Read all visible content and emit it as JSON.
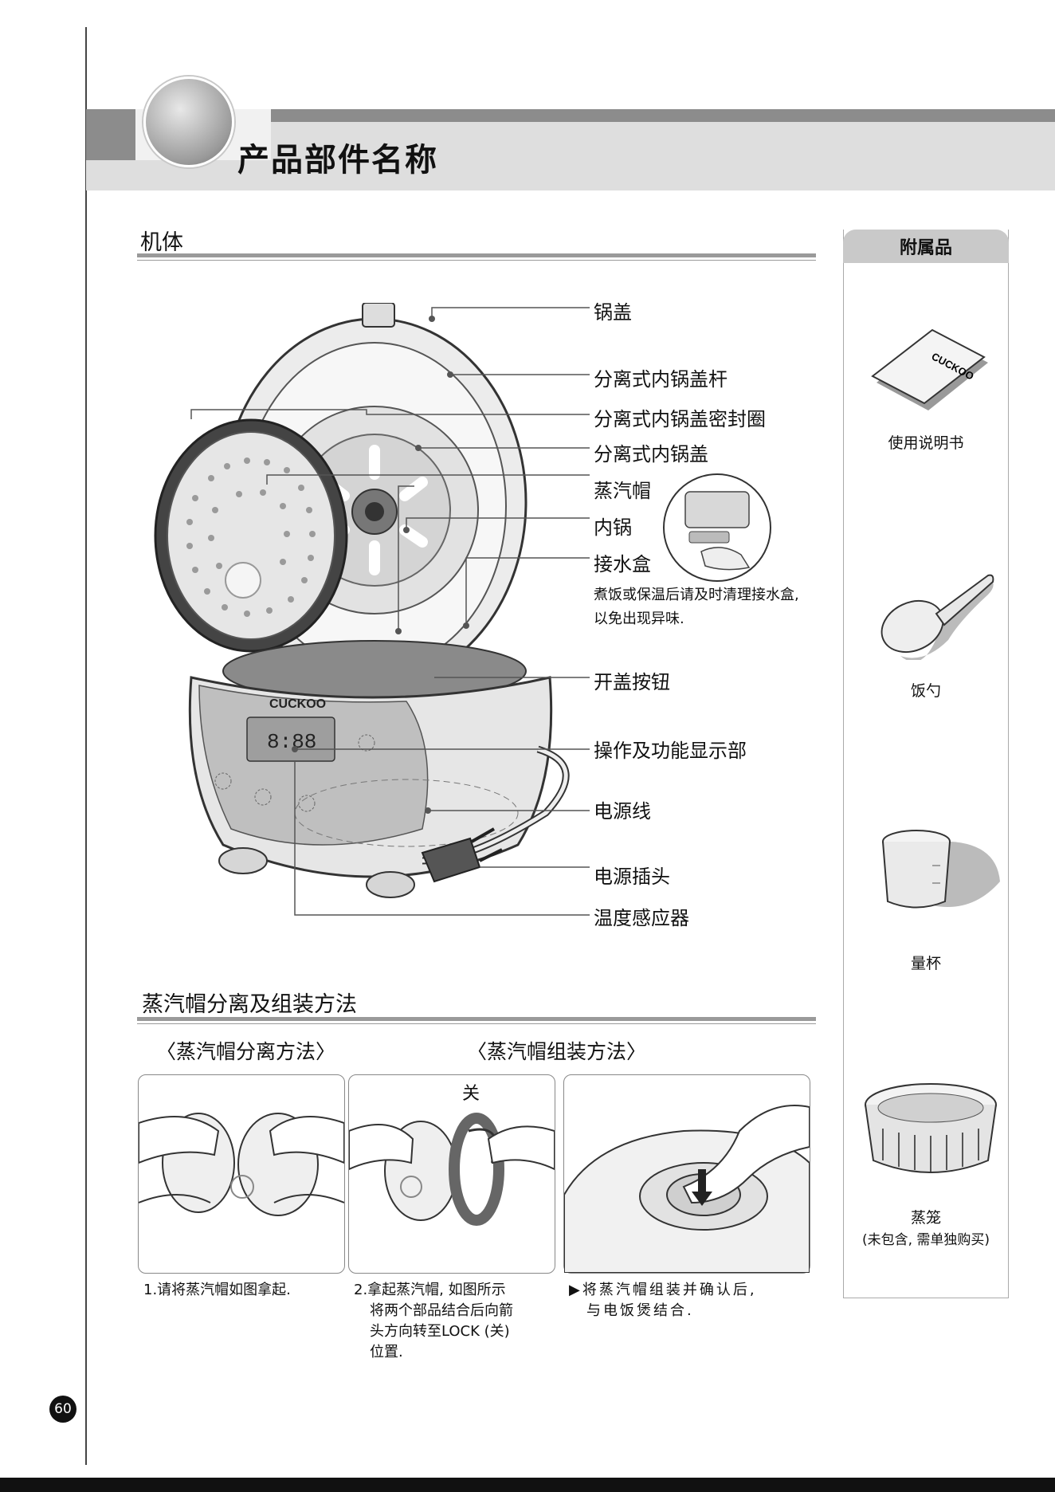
{
  "header": {
    "title": "产品部件名称"
  },
  "body_section": {
    "title": "机体",
    "parts": [
      "锅盖",
      "分离式内锅盖杆",
      "分离式内锅盖密封圈",
      "分离式内锅盖",
      "蒸汽帽",
      "内锅",
      "接水盒",
      "开盖按钮",
      "操作及功能显示部",
      "电源线",
      "电源插头",
      "温度感应器"
    ],
    "note_line1": "煮饭或保温后请及时清理接水盒,",
    "note_line2": "以免出现异味.",
    "brand": "CUCKOO"
  },
  "accessories": {
    "title": "附属品",
    "items": [
      {
        "label": "使用说明书"
      },
      {
        "label": "饭勺"
      },
      {
        "label": "量杯"
      },
      {
        "label": "蒸笼",
        "sublabel": "(未包含, 需单独购买)"
      }
    ],
    "manual_brand": "CUCKOO"
  },
  "steam_section": {
    "title": "蒸汽帽分离及组装方法",
    "detach_title": "〈蒸汽帽分离方法〉",
    "assemble_title": "〈蒸汽帽组装方法〉",
    "close_label": "关",
    "step1": "1.请将蒸汽帽如图拿起.",
    "step2_lines": [
      "2.拿起蒸汽帽, 如图所示",
      "将两个部品结合后向箭",
      "头方向转至LOCK (关)",
      "位置."
    ],
    "step3_lines": [
      "▶将蒸汽帽组装并确认后,",
      "与电饭煲结合."
    ]
  },
  "page_number": "60"
}
